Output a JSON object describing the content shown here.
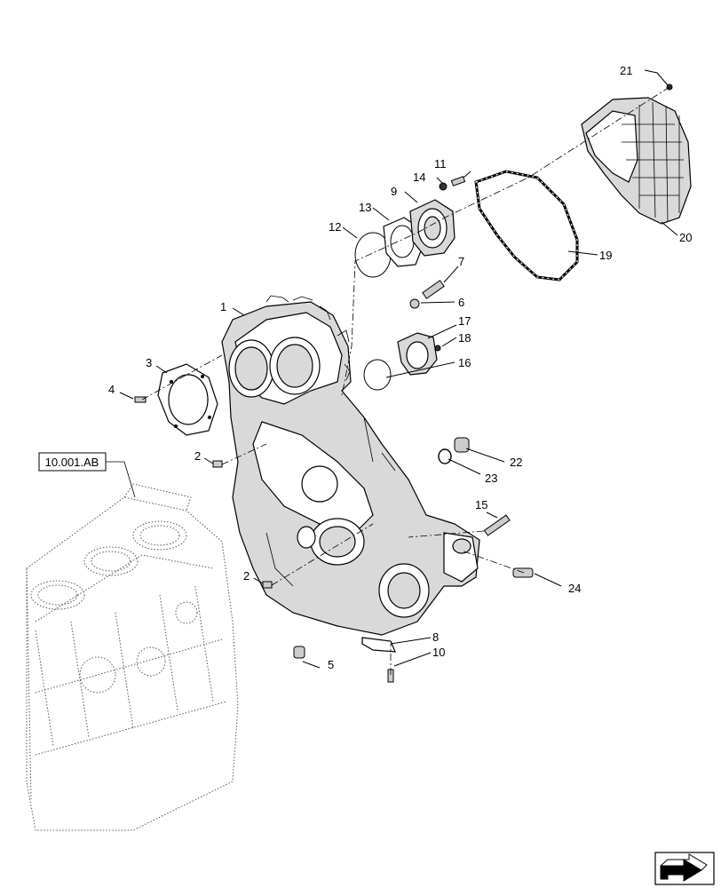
{
  "reference": {
    "label": "10.001.AB"
  },
  "callouts": {
    "c1": "1",
    "c2a": "2",
    "c2b": "2",
    "c3": "3",
    "c4": "4",
    "c5": "5",
    "c6": "6",
    "c7": "7",
    "c8": "8",
    "c9": "9",
    "c10": "10",
    "c11": "11",
    "c12": "12",
    "c13": "13",
    "c14": "14",
    "c15": "15",
    "c16": "16",
    "c17": "17",
    "c18": "18",
    "c19": "19",
    "c20": "20",
    "c21": "21",
    "c22": "22",
    "c23": "23",
    "c24": "24"
  },
  "nav_icon": "next-page-arrow-icon"
}
